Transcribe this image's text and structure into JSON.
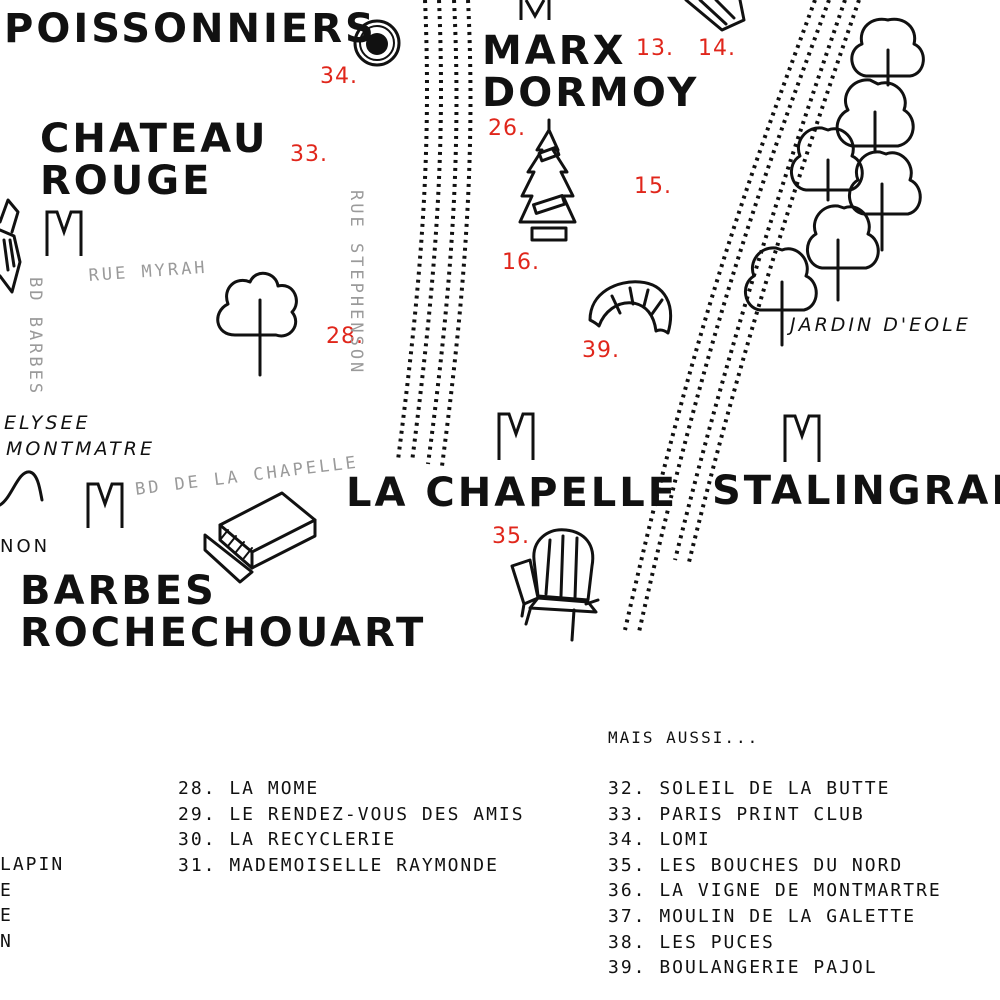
{
  "map": {
    "stations": [
      {
        "id": "poissonniers",
        "lines": [
          "POISSONNIERS"
        ]
      },
      {
        "id": "chateau-rouge",
        "lines": [
          "CHATEAU",
          "ROUGE"
        ]
      },
      {
        "id": "marx-dormoy",
        "lines": [
          "MARX",
          "DORMOY"
        ]
      },
      {
        "id": "la-chapelle",
        "lines": [
          "LA CHAPELLE"
        ]
      },
      {
        "id": "stalingrad",
        "lines": [
          "STALINGRAD"
        ]
      },
      {
        "id": "barbes-rochechouart",
        "lines": [
          "BARBES",
          "ROCHECHOUART"
        ]
      }
    ],
    "metro_symbol": "M",
    "streets": {
      "rue_myrah": "RUE MYRAH",
      "bd_barbes": "BD BARBES",
      "rue_stephenson": "RUE STEPHENSON",
      "bd_de_la_chapelle": "BD DE LA CHAPELLE"
    },
    "places": {
      "jardin_d_eole": "JARDIN D'EOLE",
      "elysee_line1": "ELYSEE",
      "elysee_line2": "MONTMATRE",
      "partial_non": "NON"
    },
    "markers": [
      "34.",
      "33.",
      "28.",
      "13.",
      "14.",
      "26.",
      "15.",
      "16.",
      "39.",
      "35."
    ],
    "icons": [
      "coffee-cup-icon",
      "air-freshener-icon",
      "croissant-icon",
      "tree-icon",
      "matchbox-icon",
      "cinema-seat-icon",
      "metro-icon",
      "brush-icon",
      "forest-icon"
    ],
    "colors": {
      "ink": "#111111",
      "marker_red": "#e0261b",
      "street_grey": "#9a9a9a"
    }
  },
  "legend": {
    "middle_column": [
      "28. LA MOME",
      "29. LE RENDEZ-VOUS DES AMIS",
      "30. LA RECYCLERIE",
      "31. MADEMOISELLE RAYMONDE"
    ],
    "left_column_fragments": [
      "LAPIN",
      "E",
      "E",
      "N"
    ],
    "mais_aussi_heading": "MAIS AUSSI...",
    "mais_aussi": [
      "32. SOLEIL DE LA BUTTE",
      "33. PARIS PRINT CLUB",
      "34. LOMI",
      "35. LES BOUCHES DU NORD",
      "36. LA VIGNE DE MONTMARTRE",
      "37. MOULIN DE LA GALETTE",
      "38. LES PUCES",
      "39. BOULANGERIE PAJOL"
    ]
  }
}
